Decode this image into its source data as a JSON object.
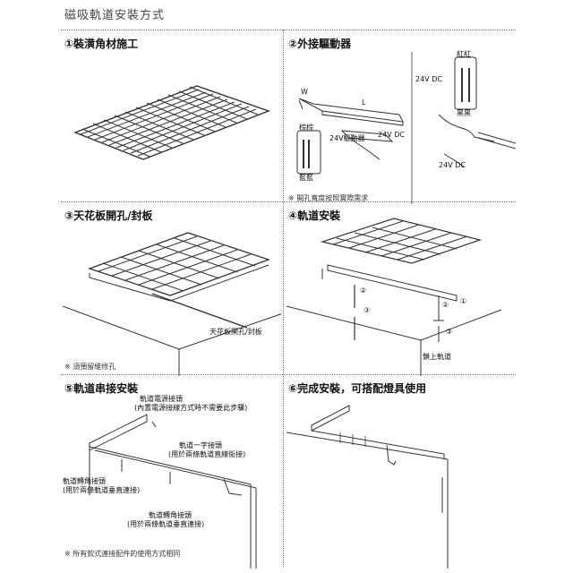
{
  "page_title": "磁吸軌道安裝方式",
  "panels": [
    {
      "title": "①裝潢角材施工"
    },
    {
      "title": "②外接驅動器",
      "labels": {
        "w": "W",
        "l": "L",
        "driver": "24V驅動器",
        "dc1": "24V DC",
        "dc2": "24V DC",
        "dc3": "24V DC",
        "blue_top": "棕棕",
        "blue_bottom": "藍藍",
        "red_top": "紅紅",
        "black_bottom": "黑黑",
        "note": "※ 開孔寬度按照實際需求"
      }
    },
    {
      "title": "③天花板開孔/封板",
      "labels": {
        "hole": "天花板開孔/封板",
        "note": "※ 須預留維修孔"
      }
    },
    {
      "title": "④軌道安裝",
      "labels": {
        "n1": "①",
        "n2a": "②",
        "n2b": "②",
        "n3a": "③",
        "n3b": "③",
        "lock": "鎖上軌道"
      }
    },
    {
      "title": "⑤軌道串接安裝",
      "labels": {
        "head1": "軌道電源接頭",
        "head2": "(內置電源接線方式時不需要此步驟)",
        "straight1": "軌道一字接頭",
        "straight2": "(用於兩條軌道直線銜接)",
        "corner1": "軌道轉角接頭",
        "corner2": "(用於兩條軌道垂直連接)",
        "corner3": "軌道轉角接頭",
        "corner4": "(用於兩條軌道垂直連接)",
        "note": "※ 所有款式連接配件的使用方式相同"
      }
    },
    {
      "title": "⑥完成安裝，可搭配燈具使用"
    }
  ]
}
